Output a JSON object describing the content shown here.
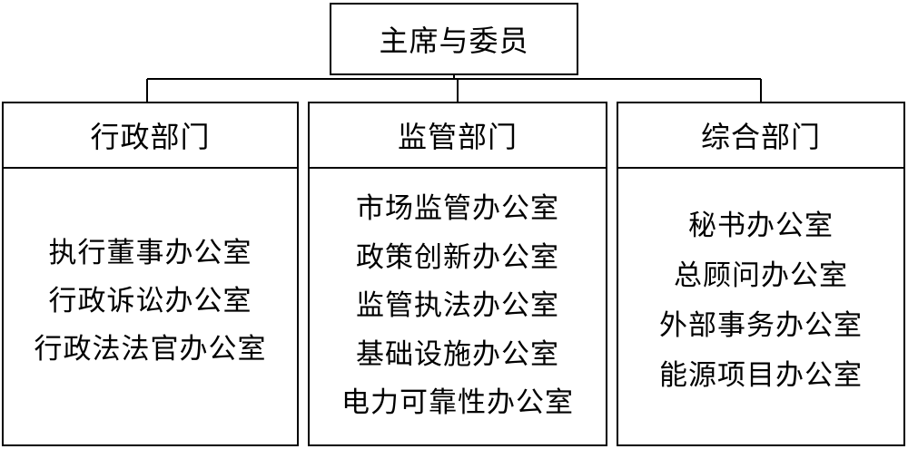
{
  "top": {
    "label": "主席与委员"
  },
  "departments": [
    {
      "title": "行政部门",
      "offices": [
        "执行董事办公室",
        "行政诉讼办公室",
        "行政法法官办公室"
      ]
    },
    {
      "title": "监管部门",
      "offices": [
        "市场监管办公室",
        "政策创新办公室",
        "监管执法办公室",
        "基础设施办公室",
        "电力可靠性办公室"
      ]
    },
    {
      "title": "综合部门",
      "offices": [
        "秘书办公室",
        "总顾问办公室",
        "外部事务办公室",
        "能源项目办公室"
      ]
    }
  ]
}
